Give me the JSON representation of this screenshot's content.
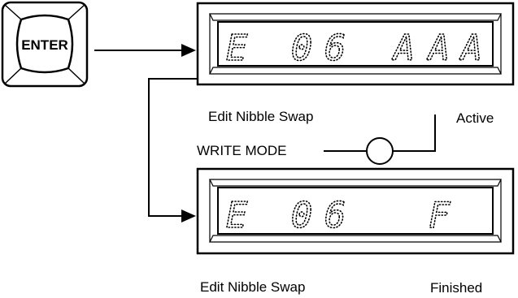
{
  "enter_key": {
    "label": "ENTER"
  },
  "display_top": {
    "chars": [
      "E",
      "0",
      "6",
      "A",
      "A",
      "A"
    ]
  },
  "display_bottom": {
    "chars": [
      "E",
      "0",
      "6",
      "F"
    ]
  },
  "labels": {
    "edit_top": "Edit Nibble Swap",
    "active": "Active",
    "write_mode": "WRITE MODE",
    "edit_bottom": "Edit Nibble Swap",
    "finished": "Finished"
  },
  "colors": {
    "ink": "#000000",
    "background": "#ffffff"
  }
}
